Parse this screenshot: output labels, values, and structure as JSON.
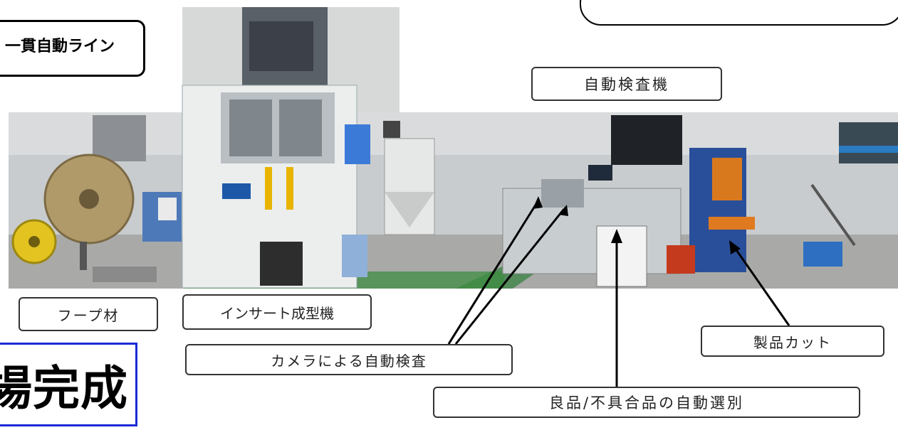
{
  "labels": {
    "title_line": "一貫自動ライン",
    "auto_inspection_machine": "自動検査機",
    "hoop_material": "フープ材",
    "insert_molding_machine": "インサート成型機",
    "camera_inspection": "カメラによる自動検査",
    "product_cut": "製品カット",
    "auto_sorting": "良品/不具合品の自動選別",
    "big_title": "場完成"
  }
}
